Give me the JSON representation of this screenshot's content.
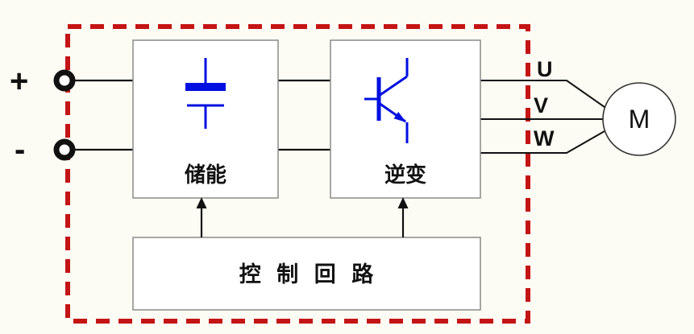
{
  "diagram": {
    "terminal_plus": "+",
    "terminal_minus": "-",
    "storage_label": "储能",
    "inverter_label": "逆变",
    "control_label": "控 制 回 路",
    "output_u": "U",
    "output_v": "V",
    "output_w": "W",
    "motor_label": "M",
    "colors": {
      "symbol_blue": "#0010e0",
      "frame_red": "#c41414",
      "wire_black": "#111111",
      "box_border_gray": "#8a8a8a",
      "background": "#fcfcf4"
    }
  }
}
